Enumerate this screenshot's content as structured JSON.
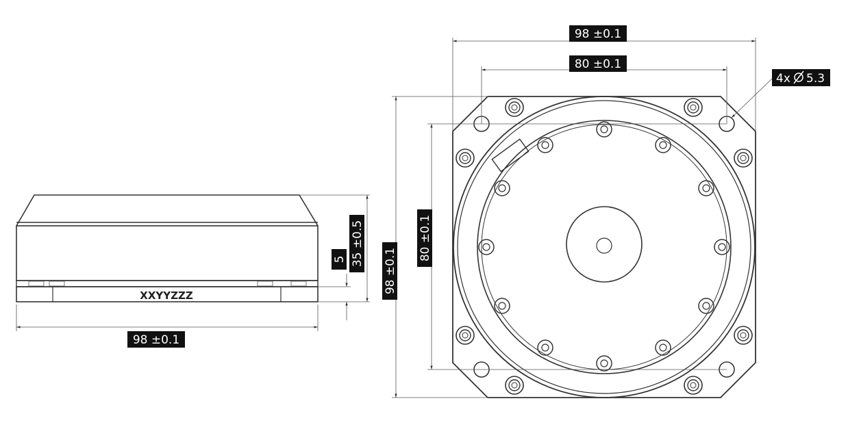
{
  "side_view": {
    "marking": "XXYYZZZ",
    "dims": {
      "width": "98 ±0.1",
      "height": "35 ±0.5",
      "base": "5"
    }
  },
  "front_view": {
    "dims": {
      "outer_width": "98 ±0.1",
      "bolt_width": "80 ±0.1",
      "outer_height": "98 ±0.1",
      "bolt_height": "80 ±0.1",
      "holes": "4x",
      "hole_dia": "5.3"
    }
  },
  "colors": {
    "line": "#333333",
    "label_bg": "#111111",
    "label_text": "#ffffff"
  }
}
